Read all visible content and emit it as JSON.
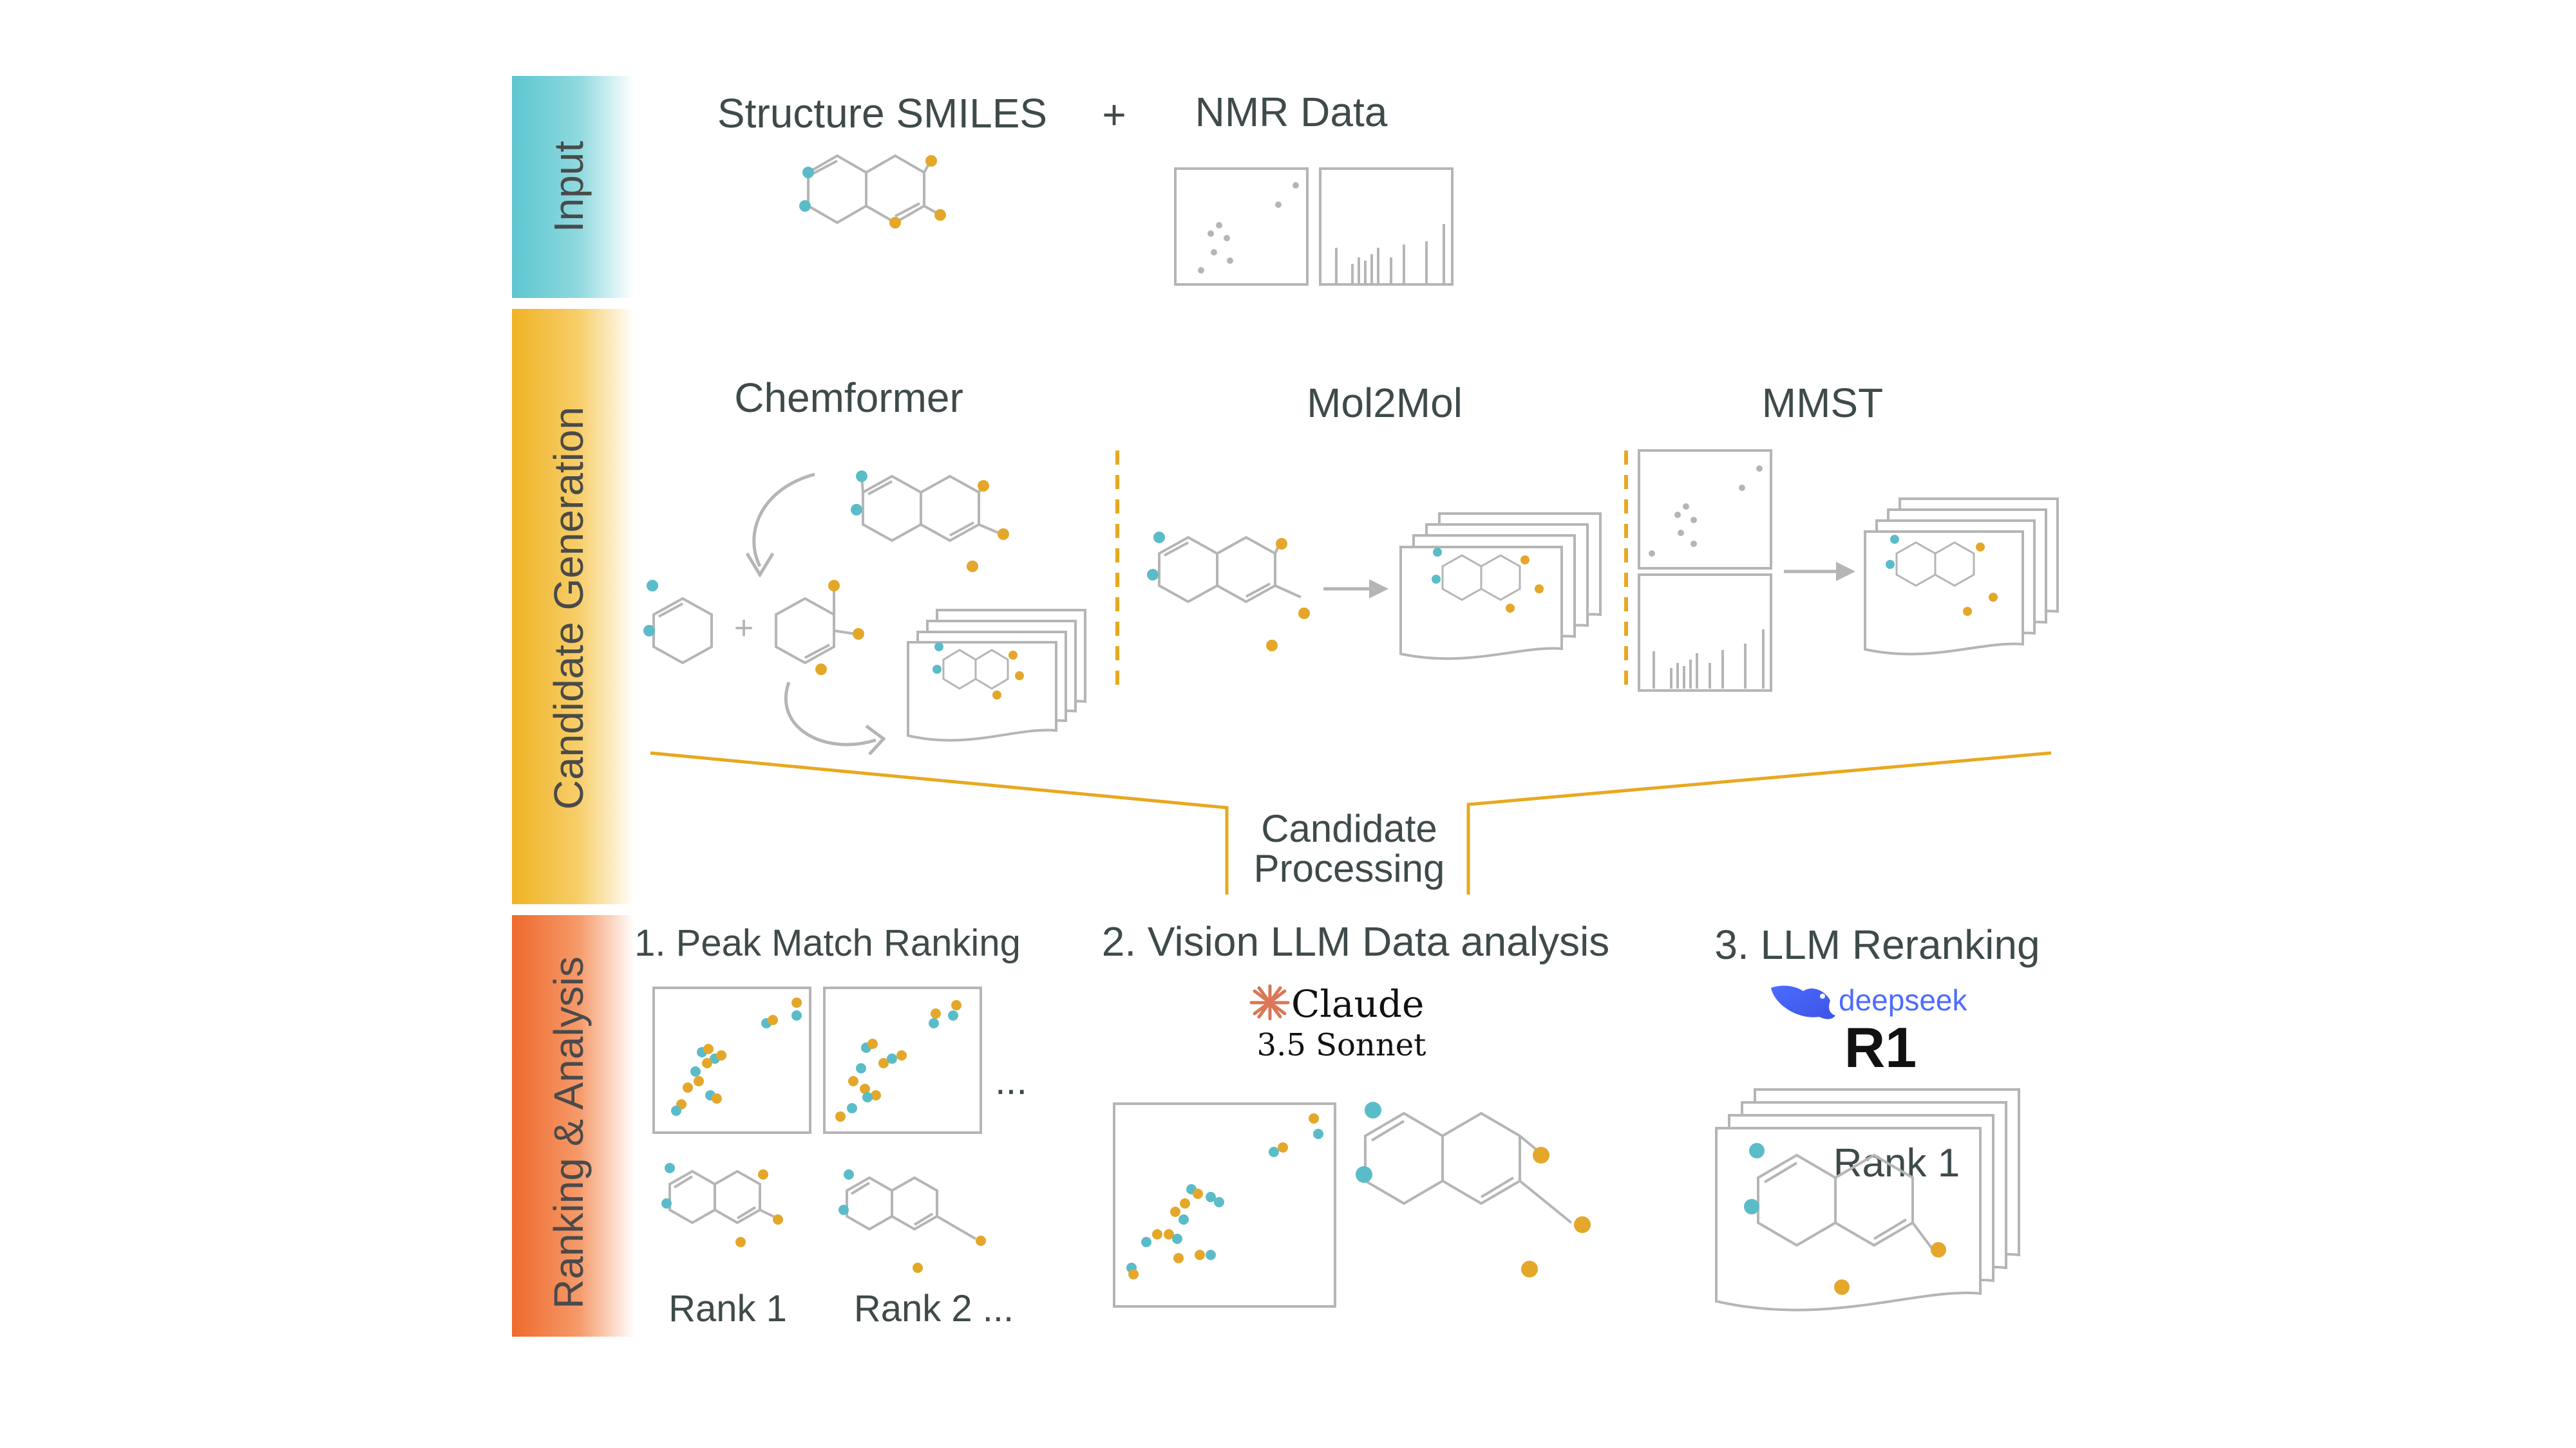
{
  "colors": {
    "input_band": "#5cc6d0",
    "generation_band": "#f0b324",
    "ranking_band": "#ef6a2c",
    "teal_atom": "#5bbcc9",
    "orange_atom": "#e4a72a",
    "gray_line": "#b5b5b5",
    "divider": "#e8a820"
  },
  "bands": {
    "input": "Input",
    "generation": "Candidate Generation",
    "ranking": "Ranking & Analysis"
  },
  "input": {
    "smiles_label": "Structure SMILES",
    "plus": "+",
    "nmr_label": "NMR Data"
  },
  "generation": {
    "chemformer": "Chemformer",
    "mol2mol": "Mol2Mol",
    "mmst": "MMST",
    "plus": "+"
  },
  "processing": {
    "line1": "Candidate",
    "line2": "Processing"
  },
  "ranking": {
    "peak_match": "1. Peak Match Ranking",
    "ellipsis": "...",
    "rank1": "Rank 1",
    "rank2": "Rank 2 ...",
    "vision": "2. Vision LLM Data analysis",
    "claude_name": "Claude",
    "claude_version": "3.5 Sonnet",
    "reranking": "3. LLM Reranking",
    "deepseek_name": "deepseek",
    "deepseek_model": "R1",
    "rank_label": "Rank 1"
  },
  "icons": {
    "molecule": "molecule-icon",
    "hsqc": "hsqc-plot-icon",
    "spectrum": "spectrum-icon",
    "stack": "document-stack-icon",
    "claude_logo": "claude-starburst-icon",
    "deepseek_logo": "whale-icon"
  }
}
